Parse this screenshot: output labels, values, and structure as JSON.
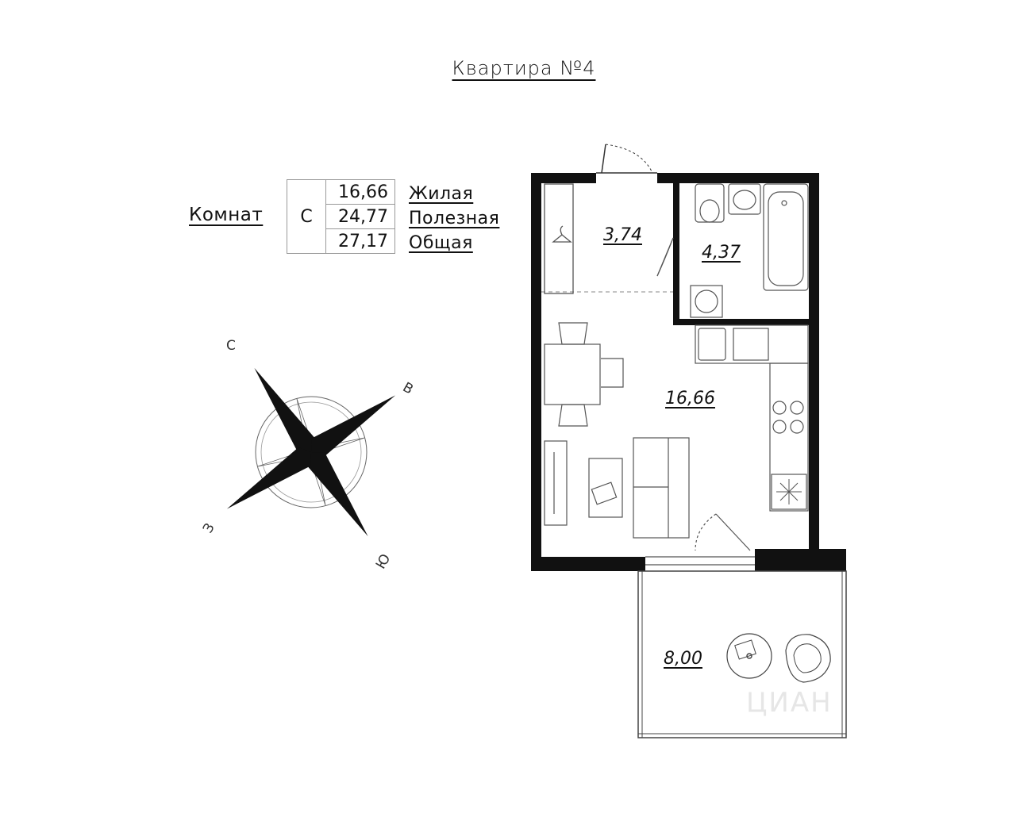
{
  "title": "Квартира №4",
  "rooms_label": "Комнат",
  "rooms_value": "С",
  "areas": {
    "living": {
      "value": "16,66",
      "label": "Жилая"
    },
    "useful": {
      "value": "24,77",
      "label": "Полезная"
    },
    "total": {
      "value": "27,17",
      "label": "Общая"
    }
  },
  "room_areas": {
    "hall": "3,74",
    "bathroom": "4,37",
    "main_room": "16,66",
    "balcony": "8,00"
  },
  "compass": {
    "north": "С",
    "east": "В",
    "south": "Ю",
    "west": "З"
  },
  "watermark": "ЦИАН"
}
